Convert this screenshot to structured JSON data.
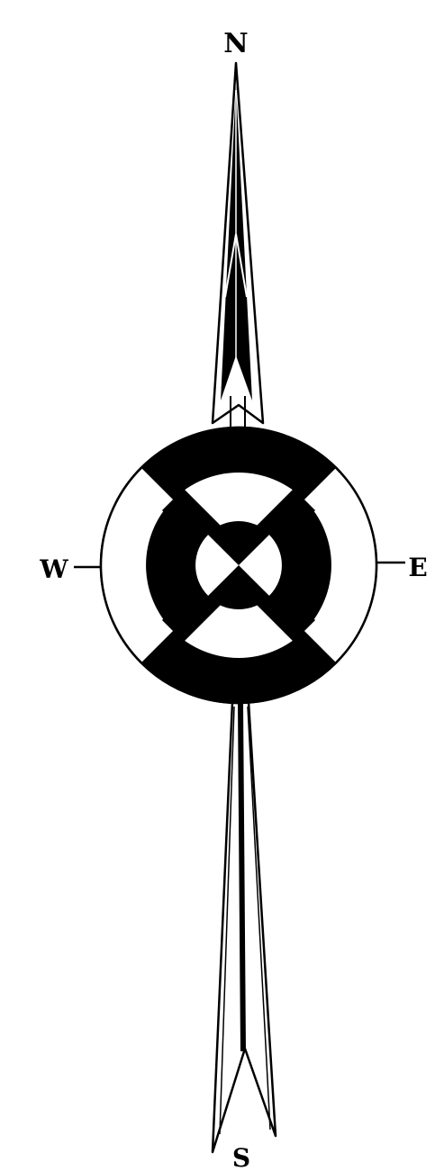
{
  "labels": {
    "north": "N",
    "south": "S",
    "east": "E",
    "west": "W"
  },
  "colors": {
    "ink": "#000000",
    "paper": "#ffffff"
  }
}
